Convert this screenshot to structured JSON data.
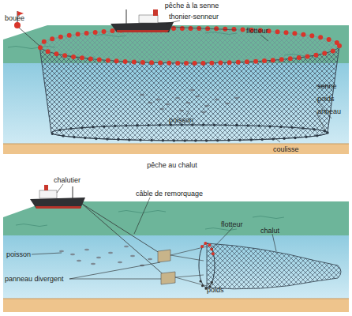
{
  "diagram": {
    "labels": [
      "pêche à la senne",
      "bouée",
      "thonier-senneur",
      "flotteur",
      "senne",
      "poids",
      "poisson",
      "anneau",
      "coulisse",
      "pêche au chalut",
      "chalutier",
      "câble de remorquage",
      "poisson",
      "flotteur",
      "chalut",
      "panneau divergent",
      "poids"
    ]
  }
}
